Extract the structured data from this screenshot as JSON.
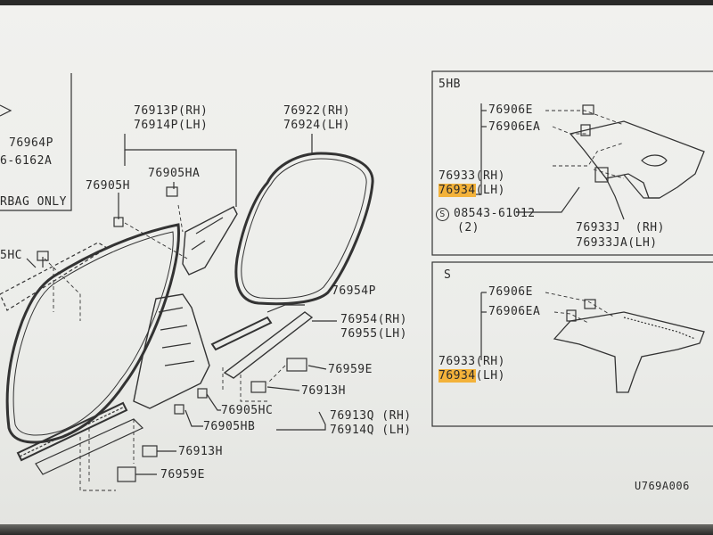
{
  "labels": {
    "p76964p": "76964P",
    "p6162a": "6-6162A",
    "airbag": "RBAG ONLY",
    "p76913p": "76913P(RH)",
    "p76914p": "76914P(LH)",
    "p76922": "76922(RH)",
    "p76924": "76924(LH)",
    "p76905ha": "76905HA",
    "p76905h": "76905H",
    "p5hc": "5HC",
    "p76954p": "76954P",
    "p76954": "76954(RH)",
    "p76955": "76955(LH)",
    "p76959e_a": "76959E",
    "p76913h_a": "76913H",
    "p76905hc": "76905HC",
    "p76905hb": "76905HB",
    "p76913q": "76913Q (RH)",
    "p76914q": "76914Q (LH)",
    "p76913h_b": "76913H",
    "p76959e_b": "76959E",
    "sec1_title": "5HB",
    "sec1_76906e": "76906E",
    "sec1_76906ea": "76906EA",
    "sec1_76933": "76933(RH)",
    "sec1_76934_code": "76934",
    "sec1_76934_side": "(LH)",
    "sec1_bolt_symbol": "S",
    "sec1_bolt": "08543-61012",
    "sec1_bolt_qty": "(2)",
    "sec1_76933j": "76933J  (RH)",
    "sec1_76933ja": "76933JA(LH)",
    "sec2_title": "S",
    "sec2_76906e": "76906E",
    "sec2_76906ea": "76906EA",
    "sec2_76933": "76933(RH)",
    "sec2_76934_code": "76934",
    "sec2_76934_side": "(LH)",
    "drawing_no": "U769A006"
  },
  "colors": {
    "paper": "#ecedea",
    "ink": "#2b2b2b",
    "highlight": "#f3b23a"
  }
}
